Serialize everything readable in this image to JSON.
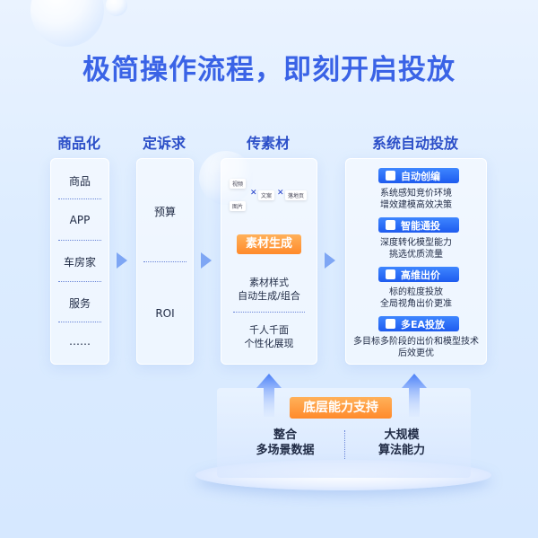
{
  "title": "极简操作流程，即刻开启投放",
  "columns": {
    "c1": {
      "title": "商品化",
      "items": [
        "商品",
        "APP",
        "车房家",
        "服务",
        "……"
      ]
    },
    "c2": {
      "title": "定诉求",
      "items": [
        "预算",
        "ROI"
      ]
    },
    "c3": {
      "title": "传素材",
      "tags": [
        "视频",
        "文案",
        "落地页",
        "图片"
      ],
      "badge": "素材生成",
      "text1": [
        "素材样式",
        "自动生成/组合"
      ],
      "text2": [
        "千人千面",
        "个性化展现"
      ]
    },
    "c4": {
      "title": "系统自动投放",
      "features": [
        {
          "label": "自动创编",
          "icon": "auto-create-icon",
          "lines": [
            "系统感知竞价环境",
            "增效建模高效决策"
          ]
        },
        {
          "label": "智能通投",
          "icon": "smart-delivery-icon",
          "lines": [
            "深度转化模型能力",
            "挑选优质流量"
          ]
        },
        {
          "label": "高维出价",
          "icon": "bidding-icon",
          "lines": [
            "标的粒度投放",
            "全局视角出价更准"
          ]
        },
        {
          "label": "多EA投放",
          "icon": "multi-ea-icon",
          "lines": [
            "多目标多阶段的出价和模型技术",
            "后效更优"
          ]
        }
      ]
    }
  },
  "base": {
    "badge": "底层能力支持",
    "left": [
      "整合",
      "多场景数据"
    ],
    "right": [
      "大规模",
      "算法能力"
    ]
  },
  "colors": {
    "accent": "#2c4fc8",
    "orange": "#ff8a2b",
    "blue": "#1e5bef"
  }
}
